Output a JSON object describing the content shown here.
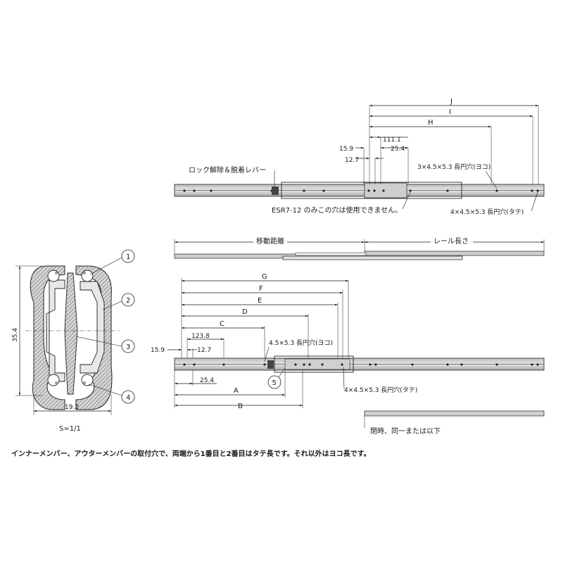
{
  "labels": {
    "top_lock_release": "ロック解除＆脱着レバー",
    "top_note_esr": "ESR7-12 のみこの穴は使用できません。",
    "top_hole_horizontal": "3×4.5×5.3 長円穴(ヨコ)",
    "top_hole_vertical": "4×4.5×5.3 長円穴(タテ)",
    "travel": "移動距離",
    "rail_length": "レール長さ",
    "bottom_hole_horizontal": "4.5×5.3 長円穴(ヨコ)",
    "bottom_hole_vertical": "4×4.5×5.3 長円穴(タテ)",
    "closed_note": "閉時、同一または以下",
    "scale": "S=1/1",
    "footer": "インナーメンバー、アウターメンバーの取付穴で、両端から1番目と2番目はタテ長です。それ以外はヨコ長です。"
  },
  "dims": {
    "J": "J",
    "I": "I",
    "H": "H",
    "t111": "111.1",
    "t15": "15.9",
    "t25": "25.4",
    "t12": "12.7",
    "G": "G",
    "F": "F",
    "E": "E",
    "D": "D",
    "C": "C",
    "b123": "123.8",
    "b15": "15.9",
    "b12": "12.7",
    "b25": "25.4",
    "A": "A",
    "B": "B",
    "h35": "35.4",
    "w19": "19.2"
  },
  "callouts": [
    "1",
    "2",
    "3",
    "4",
    "5"
  ]
}
